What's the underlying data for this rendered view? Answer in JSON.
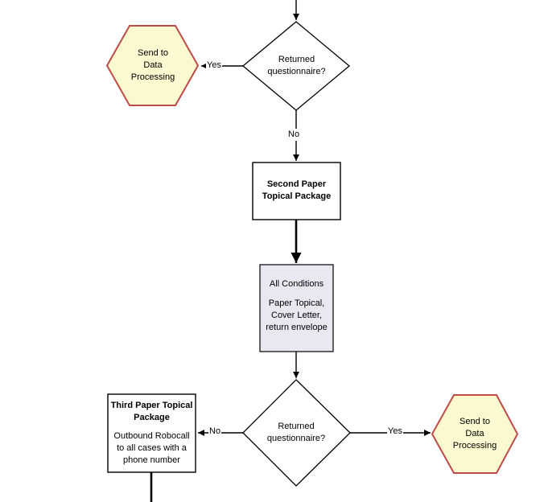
{
  "flowchart": {
    "decision1": {
      "label": "Returned\nquestionnaire?"
    },
    "terminator1": {
      "label": "Send to\nData\nProcessing"
    },
    "process1": {
      "title": "Second Paper\nTopical Package"
    },
    "conditions": {
      "title": "All Conditions",
      "body": "Paper Topical,\nCover Letter,\nreturn envelope"
    },
    "decision2": {
      "label": "Returned\nquestionnaire?"
    },
    "process3": {
      "title": "Third Paper Topical\nPackage",
      "body": "Outbound Robocall\nto all cases with a\nphone number"
    },
    "terminator2": {
      "label": "Send to\nData\nProcessing"
    },
    "edges": {
      "yes1": "Yes",
      "no1": "No",
      "no2": "No",
      "yes2": "Yes"
    },
    "colors": {
      "terminator_fill": "#FBF9D0",
      "terminator_border": "#BE4B48",
      "conditions_fill": "#E8E8F0",
      "line": "#000000"
    }
  }
}
